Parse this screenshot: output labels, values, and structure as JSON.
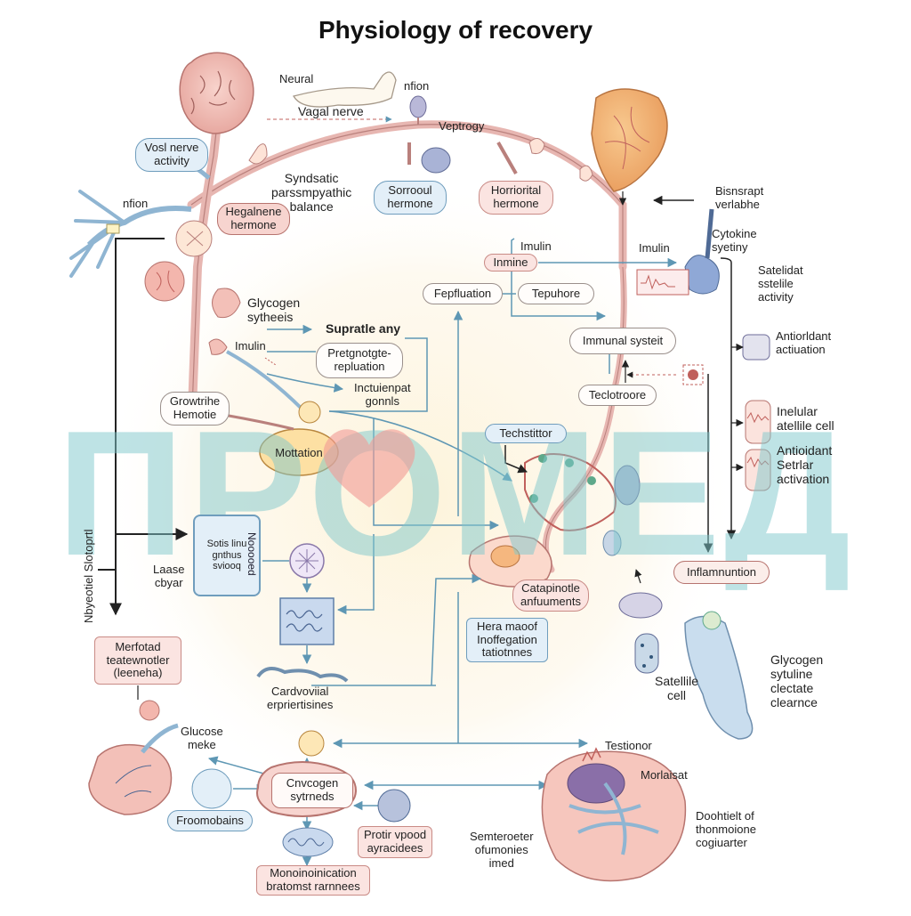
{
  "title": "Physiology of recovery",
  "watermark": "ПРОМЕД",
  "labels": {
    "neural": "Neural",
    "nfion_top": "nfion",
    "vagal_nerve": "Vagal nerve",
    "veptrogy": "Veptrogy",
    "vosl_nerve": "Vosl nerve\nactivity",
    "nfion_left": "nfion",
    "synpathic": "Syndsatic\nparssmpyathic\nbalance",
    "hegalnene": "Hegalnene\nhermone",
    "sorrooul": "Sorrooul\nhermone",
    "horriorital": "Horriorital\nhermone",
    "bisnsrapt": "Bisnsrapt\nverlabhe",
    "cytokine": "Cytokine\nsyetiny",
    "imulin_top": "Imulin",
    "inmine": "Inmine",
    "imulin_right": "Imulin",
    "satelidat": "Satelidat\nsstelile\nactivity",
    "glycogen_syn": "Glycogen\nsytheeis",
    "supratie": "Supratle any",
    "pretgnotgte": "Pretgnotgte-\nrepluation",
    "imulin_mid": "Imulin",
    "inctuienpat": "Inctuienpat\ngonnls",
    "growth": "Growtrihe\nHemotie",
    "mottation": "Mottation",
    "fepfluation": "Fepfluation",
    "tepuhore": "Tepuhore",
    "immunal": "Immunal systeit",
    "antioridant1": "Antiorldant\nactiuation",
    "teclotroore": "Teclotroore",
    "inelular": "Inelular\natellile cell",
    "antioidant2": "Antioidant\nSetrlar\nactivation",
    "techstittor": "Techstittor",
    "left_vertical": "Nbyeotiel Slotoprtl",
    "laase": "Laase\ncbyar",
    "sotis_box": "Sotis linu\ngnthus\nsviooq",
    "nooooed": "Nooooed",
    "inflammation": "Inflamnuntion",
    "catapin": "Catapinotle\nanfuuments",
    "hera_macof": "Hera maoof\nInoffegation\ntatiotnnes",
    "merfotad": "Merfotad\nteatewnotler\n(leeneha)",
    "cardiovial": "Cardvoviial\nerpriertisines",
    "satellite": "Satellile\ncell",
    "glycogen_clear": "Glycogen\nsytuline\nclectate\nclearnce",
    "glucose": "Glucose\nmeke",
    "testionor": "Testionor",
    "morloisat": "Morlaisat",
    "cnvcogen": "Cnvcogen\nsytrneds",
    "froomobains": "Froomobains",
    "protir": "Protir vpood\nayracidees",
    "semteroeter": "Semteroeter\nofumonies\nimed",
    "doohtielt": "Doohtielt of\nthonmoione\ncogiuarter",
    "mononu": "Monoinoinication\nbratomst rarnnees"
  },
  "colors": {
    "nerve_pink": "#e7b6b1",
    "nerve_stroke": "#b9807c",
    "arrow_blue": "#5e97b4",
    "arrow_dark": "#222222",
    "watermark_teal": "#7fc8cc",
    "watermark_heart": "#f29a95"
  }
}
